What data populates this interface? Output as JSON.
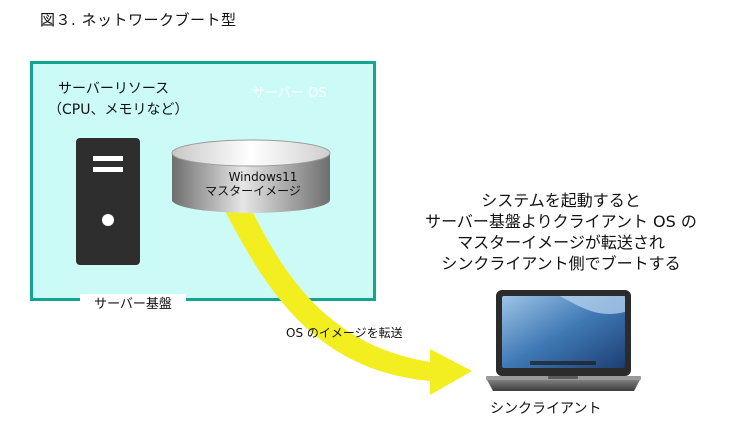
{
  "figure_title": "図３. ネットワークブート型",
  "server": {
    "resources_line1": "サーバーリソース",
    "resources_line2": "（CPU、メモリなど）",
    "os_label": "サーバー OS",
    "base_label": "サーバー基盤"
  },
  "disk": {
    "line1": "Windows11",
    "line2": "マスターイメージ"
  },
  "transfer_label": "OS のイメージを転送",
  "client_caption": {
    "line1": "システムを起動すると",
    "line2": "サーバー基盤よりクライアント OS の",
    "line3": "マスターイメージが転送され",
    "line4": "シンクライアント側でブートする"
  },
  "client_label": "シンクライアント",
  "colors": {
    "server_fill": "#ccfbf7",
    "server_border": "#14a590",
    "arrow": "#f2ee1f",
    "tower": "#2e2e2e"
  }
}
